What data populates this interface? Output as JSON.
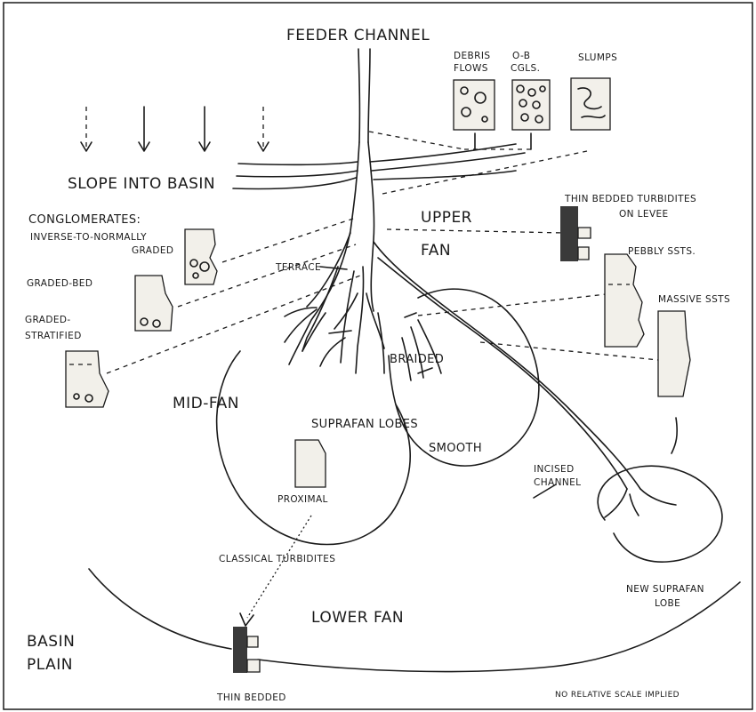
{
  "labels": {
    "feeder_channel": "FEEDER CHANNEL",
    "debris_flows_1": "DEBRIS",
    "debris_flows_2": "FLOWS",
    "ob_cgls_1": "O-B",
    "ob_cgls_2": "CGLS.",
    "slumps": "SLUMPS",
    "slope_into_basin": "SLOPE INTO BASIN",
    "conglomerates": "CONGLOMERATES:",
    "inverse_graded_1": "INVERSE-TO-NORMALLY",
    "inverse_graded_2": "GRADED",
    "graded_bed": "GRADED-BED",
    "graded_stratified_1": "GRADED-",
    "graded_stratified_2": "STRATIFIED",
    "terrace": "TERRACE",
    "upper_fan_1": "UPPER",
    "upper_fan_2": "FAN",
    "thin_bedded_levee_1": "THIN BEDDED TURBIDITES",
    "thin_bedded_levee_2": "ON LEVEE",
    "pebbly_ssts": "PEBBLY SSTS.",
    "massive_ssts": "MASSIVE SSTS",
    "braided": "BRAIDED",
    "mid_fan": "MID-FAN",
    "suprafan_lobes": "SUPRAFAN LOBES",
    "smooth": "SMOOTH",
    "proximal": "PROXIMAL",
    "incised_channel_1": "INCISED",
    "incised_channel_2": "CHANNEL",
    "classical_turbidites": "CLASSICAL TURBIDITES",
    "new_suprafan_1": "NEW SUPRAFAN",
    "new_suprafan_2": "LOBE",
    "lower_fan": "LOWER FAN",
    "basin_plain_1": "BASIN",
    "basin_plain_2": "PLAIN",
    "thin_bedded": "THIN BEDDED",
    "scale_note": "NO RELATIVE SCALE IMPLIED"
  }
}
